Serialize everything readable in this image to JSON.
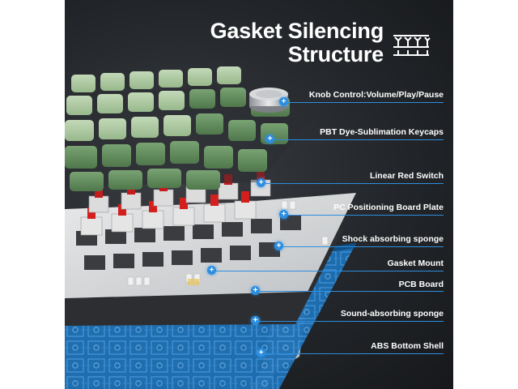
{
  "title": {
    "line1": "Gasket Silencing",
    "line2": "Structure"
  },
  "icons": {
    "title_icon": "gasket-spring-icon",
    "marker_icon": "plus-marker-icon"
  },
  "colors": {
    "accent": "#2d8ee0",
    "keycap_green_light": "#a9c79d",
    "keycap_green_dark": "#5e8a59",
    "switch_red": "#d41f1f",
    "pcb_blue": "#1d6fb3",
    "background_dark": "#23262a",
    "text": "#ffffff"
  },
  "callouts": [
    {
      "label": "Knob Control:Volume/Play/Pause"
    },
    {
      "label": "PBT Dye-Sublimation Keycaps"
    },
    {
      "label": "Linear Red Switch"
    },
    {
      "label": "PC Positioning Board Plate"
    },
    {
      "label": "Shock absorbing sponge"
    },
    {
      "label": "Gasket Mount"
    },
    {
      "label": "PCB Board"
    },
    {
      "label": "Sound-absorbing sponge"
    },
    {
      "label": "ABS Bottom Shell"
    }
  ]
}
